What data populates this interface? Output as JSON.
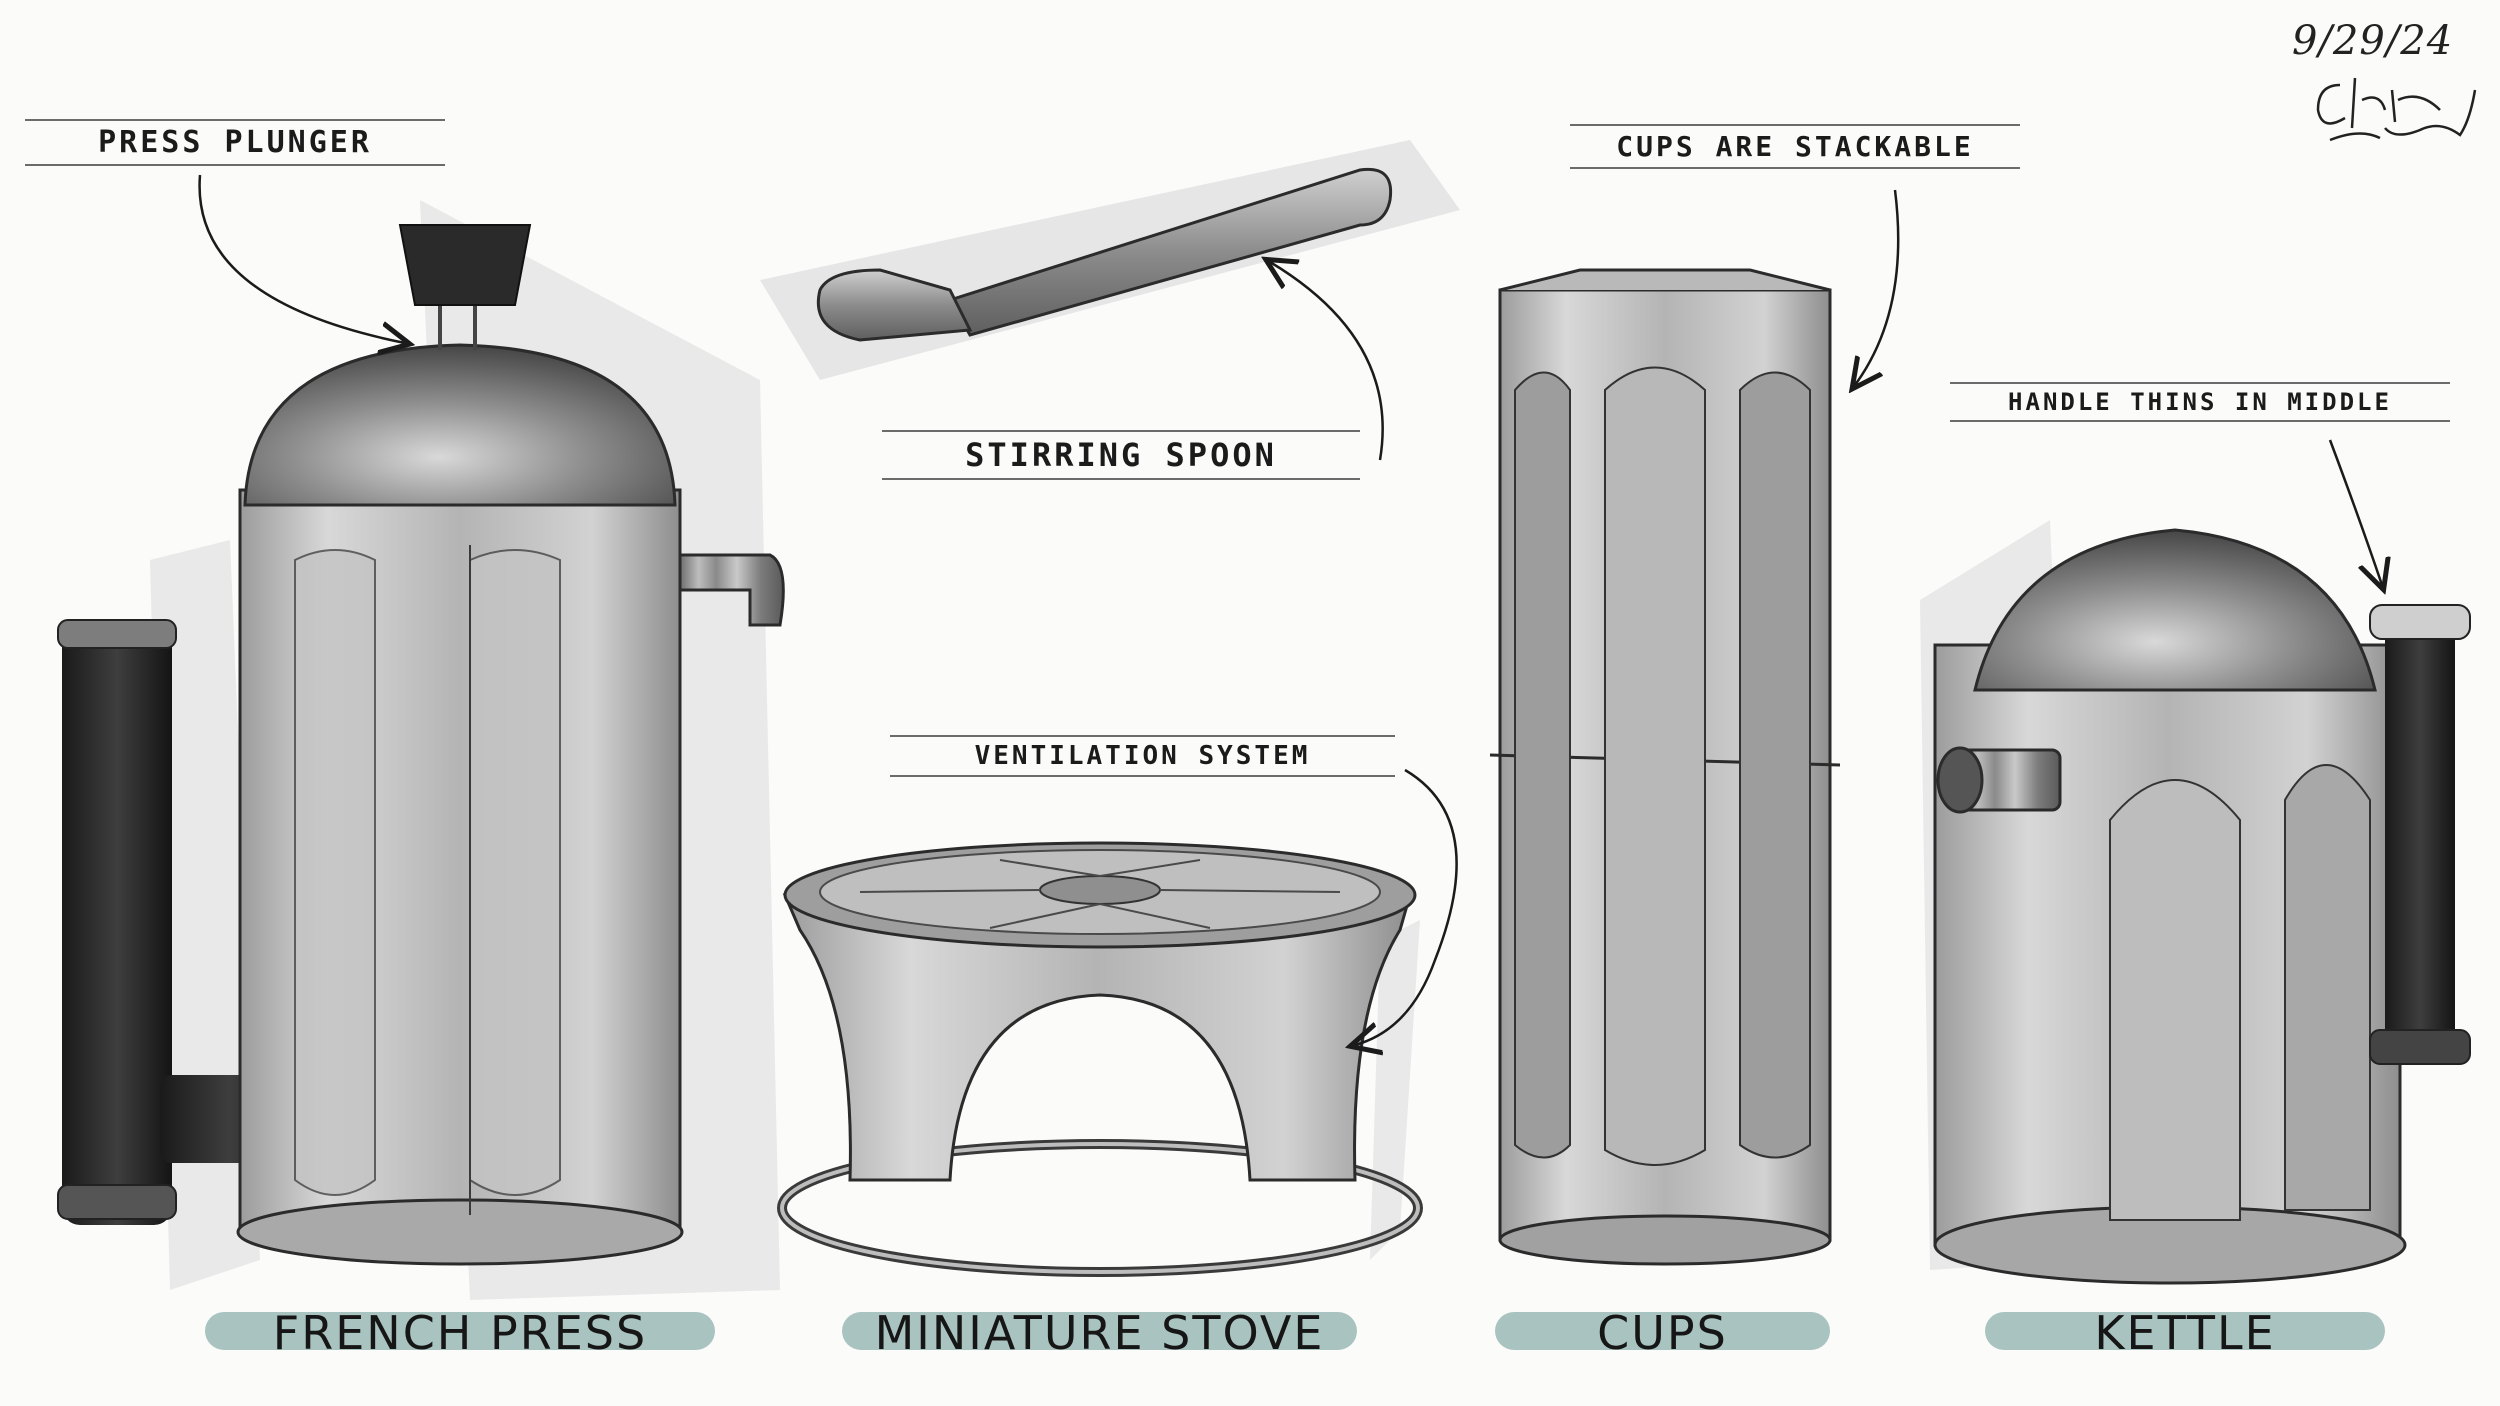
{
  "callouts": {
    "press_plunger": "PRESS PLUNGER",
    "stirring_spoon": "STIRRING SPOON",
    "cups_stackable": "CUPS ARE STACKABLE",
    "handle_thins": "HANDLE THINS IN MIDDLE",
    "ventilation": "VENTILATION SYSTEM"
  },
  "titles": {
    "french_press": "FRENCH PRESS",
    "miniature_stove": "MINIATURE STOVE",
    "cups": "CUPS",
    "kettle": "KETTLE"
  },
  "signature": {
    "date": "9/29/24",
    "name": "Chloe Kornan"
  },
  "colors": {
    "plaque": "#a9c4c0",
    "ink": "#1b1b1b",
    "paper": "#fbfbfa"
  }
}
